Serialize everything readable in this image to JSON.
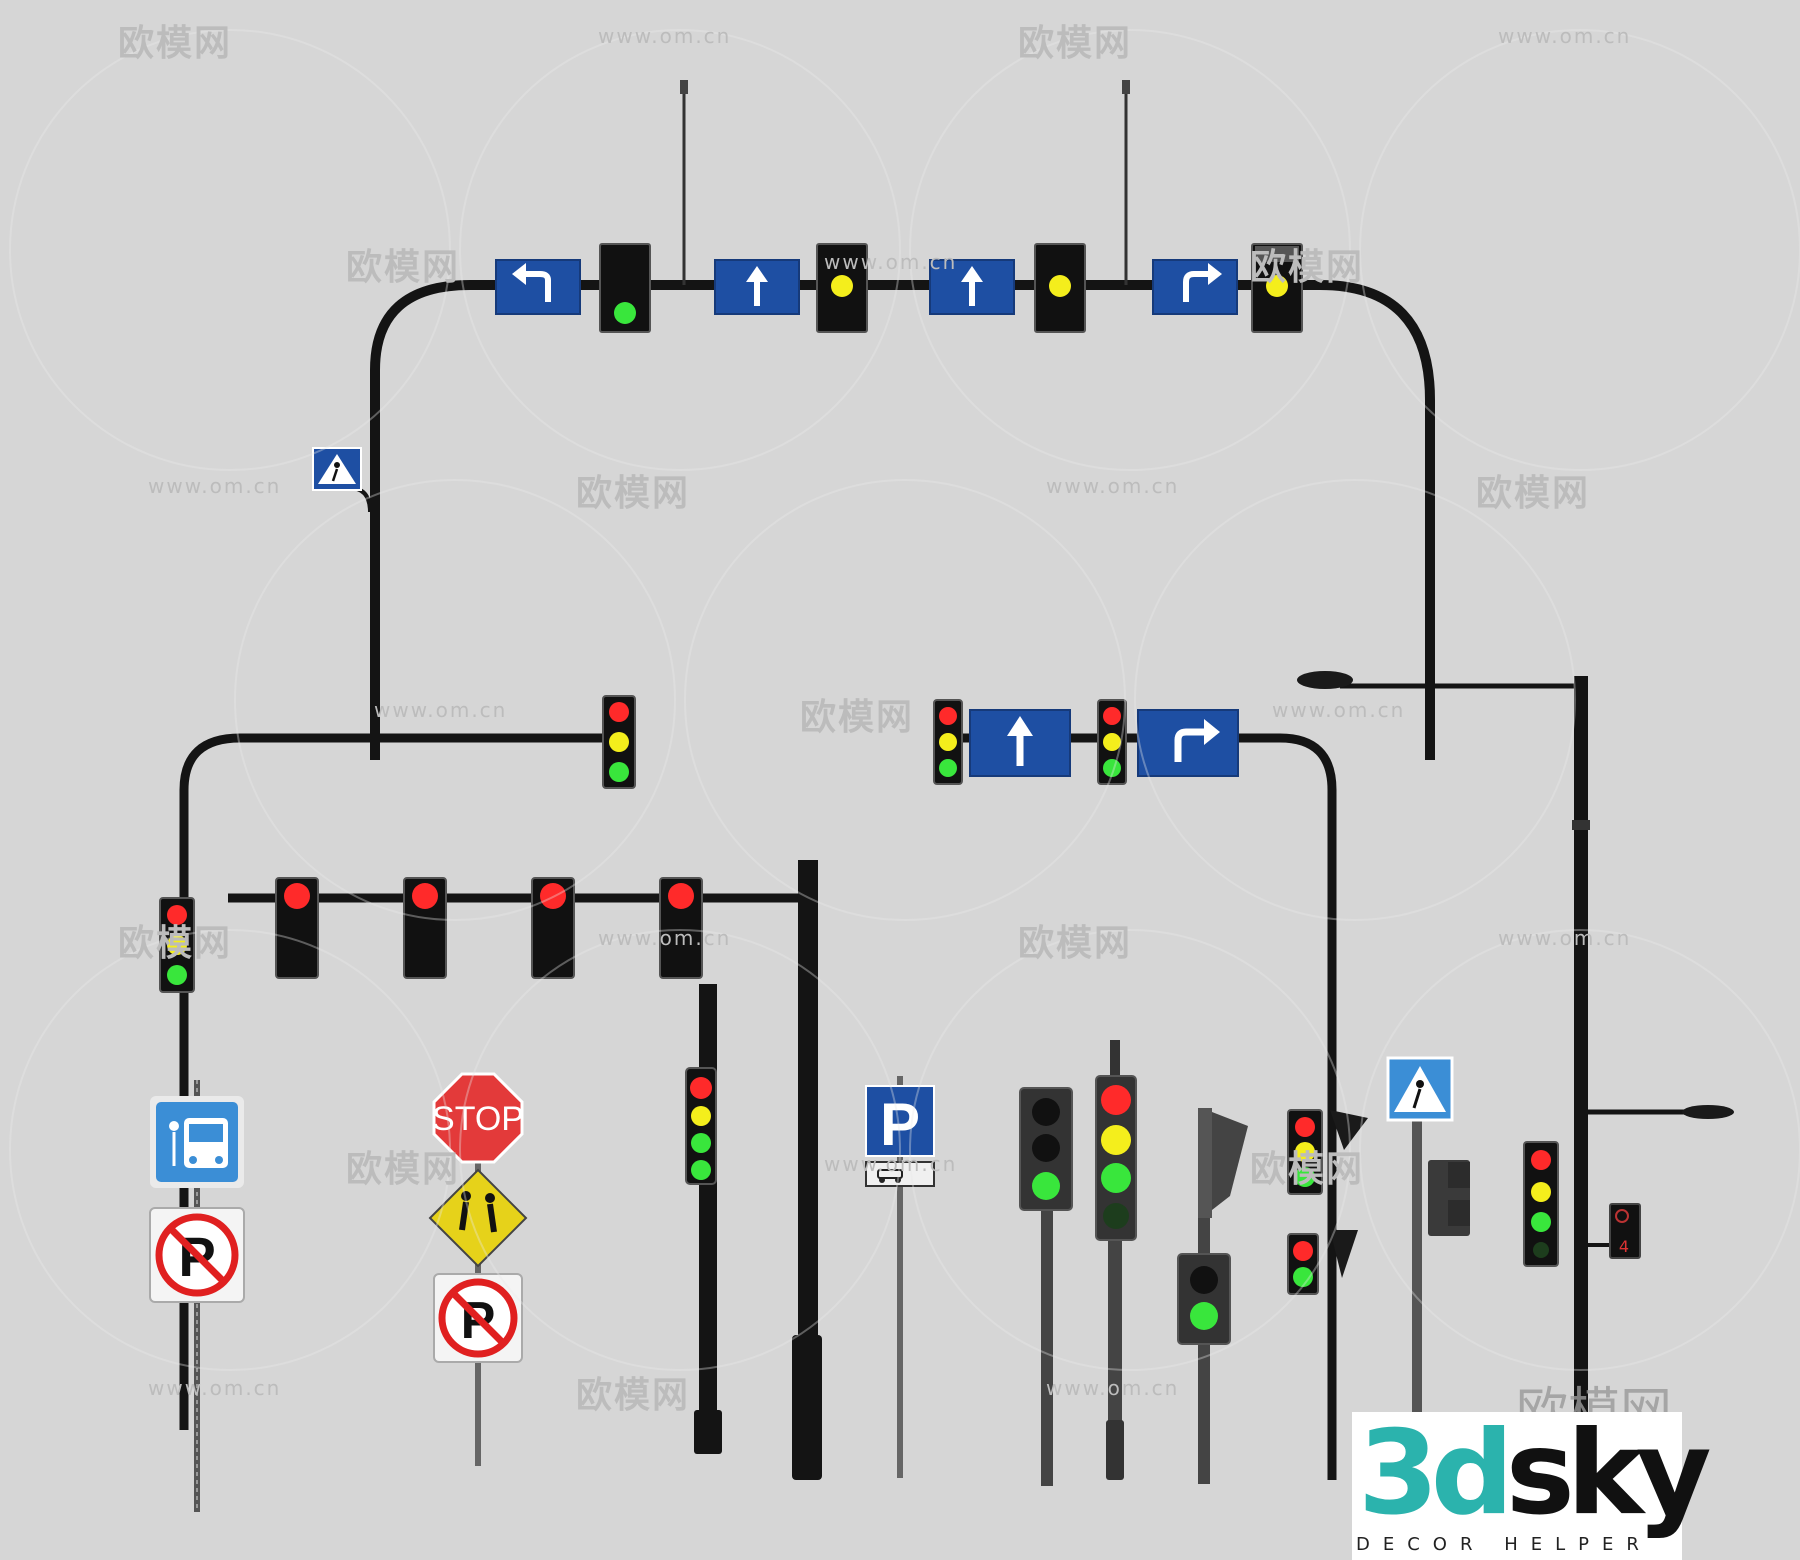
{
  "watermarks": {
    "url_text": "www.om.cn",
    "brand_text": "欧模网"
  },
  "signs": {
    "stop_text": "STOP",
    "parking_letter": "P",
    "no_parking_letter": "P"
  },
  "countdown": {
    "value": "4"
  },
  "logo": {
    "main_prefix": "3d",
    "main_suffix": "sky",
    "tagline": "DECOR HELPER",
    "watermark": "欧模网"
  },
  "colors": {
    "background": "#d6d6d6",
    "pole": "#141414",
    "sign_blue": "#1e4fa3",
    "light_red": "#ff2a2a",
    "light_yellow": "#f4ee1c",
    "light_green": "#39e63c",
    "logo_teal": "#2bb3ad"
  }
}
